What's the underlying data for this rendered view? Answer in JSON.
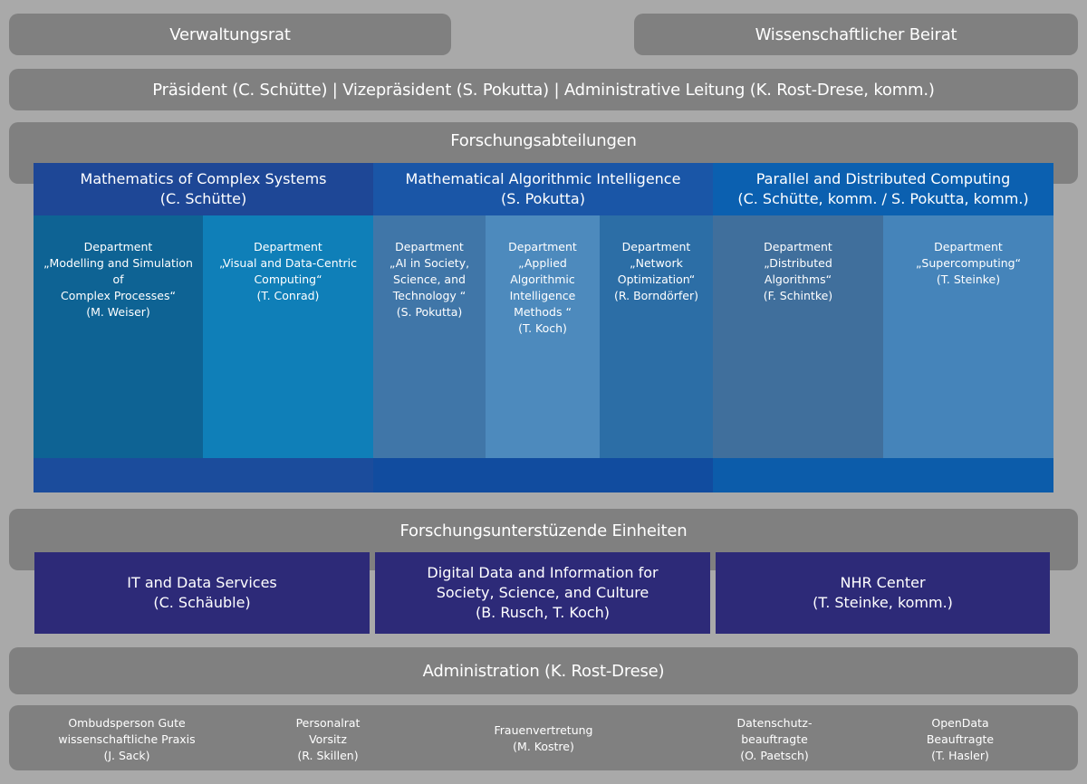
{
  "top": {
    "verwaltungsrat": "Verwaltungsrat",
    "beirat": "Wissenschaftlicher Beirat"
  },
  "leadership": "Präsident (C. Schütte) | Vizepräsident (S. Pokutta) | Administrative Leitung (K. Rost-Drese, komm.)",
  "research": {
    "title": "Forschungsabteilungen",
    "sections": [
      {
        "title": "Mathematics of Complex Systems\n(C. Schütte)",
        "departments": [
          "Department\n„Modelling and Simulation\nof\nComplex Processes“\n(M. Weiser)",
          "Department\n„Visual and Data-Centric\nComputing“\n(T. Conrad)"
        ]
      },
      {
        "title": "Mathematical Algorithmic Intelligence\n(S. Pokutta)",
        "departments": [
          "Department\n„AI in Society,\nScience, and\nTechnology “\n(S. Pokutta)",
          "Department\n„Applied\nAlgorithmic\nIntelligence\nMethods “\n(T. Koch)",
          "Department\n„Network\nOptimization“\n(R. Borndörfer)"
        ]
      },
      {
        "title": "Parallel and Distributed Computing\n(C. Schütte, komm. / S. Pokutta, komm.)",
        "departments": [
          "Department\n„Distributed\nAlgorithms“\n(F. Schintke)",
          "Department\n„Supercomputing“\n(T. Steinke)"
        ]
      }
    ]
  },
  "support": {
    "title": "Forschungsunterstüzende Einheiten",
    "units": [
      "IT and Data Services\n(C. Schäuble)",
      "Digital Data and Information for\nSociety, Science, and Culture\n(B. Rusch, T. Koch)",
      "NHR Center\n(T. Steinke, komm.)"
    ]
  },
  "administration": "Administration (K. Rost-Drese)",
  "bottom": [
    "Ombudsperson Gute\nwissenschaftliche Praxis\n(J. Sack)",
    "Personalrat\nVorsitz\n(R. Skillen)",
    "Frauenvertretung\n(M. Kostre)",
    "Datenschutz-\nbeauftragte\n(O. Paetsch)",
    "OpenData\nBeauftragte\n(T. Hasler)"
  ],
  "colors": {
    "background": "#a9a9a9",
    "panel": "#808080",
    "section1_head": "#1e4796",
    "section2_head": "#1a56a7",
    "section3_head": "#0b60b0",
    "unit": "#2d2a78"
  }
}
